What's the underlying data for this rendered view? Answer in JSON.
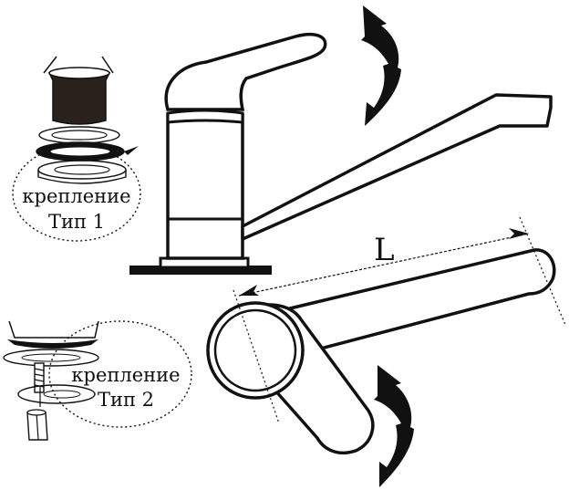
{
  "mount_type_1": {
    "word": "крепление",
    "name": "Тип 1"
  },
  "mount_type_2": {
    "word": "крепление",
    "name": "Тип 2"
  },
  "dimension": {
    "label": "L"
  },
  "colors": {
    "ink": "#111111",
    "fill_dark": "#2a211d",
    "background": "#ffffff"
  }
}
